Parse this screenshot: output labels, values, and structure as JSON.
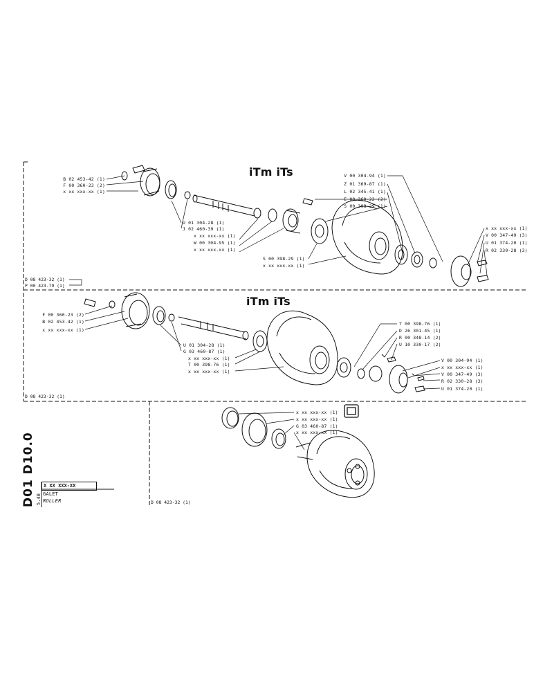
{
  "header": {
    "code": "D01 D10.0",
    "page": "5.40",
    "part_number": "X XX XXX-XX",
    "name_fr": "GALET",
    "name_en": "ROLLER"
  },
  "views": [
    {
      "id": "view-1",
      "badge": "iTm iTs",
      "refs": [
        "D 08 423-32 (1)",
        "P 00 423-79 (1)"
      ],
      "labels_left": [
        "B 02 453-42 (1)",
        "F 00 360-23 (2)",
        "x xx xxx-xx (1)"
      ],
      "labels_middle": [
        "U 01 304-28 (1)",
        "J 02 460-39 (1)",
        "x xx xxx-xx (1)",
        "W 00 304-95 (1)",
        "x xx xxx-xx (1)"
      ],
      "labels_lower": [
        "S 00 398-29 (1)",
        "x xx xxx-xx (1)"
      ],
      "labels_top_right": [
        "V 00 304-94 (1)",
        "Z 01 369-87 (1)",
        "L 02 345-41 (1)",
        "E 00 360-22 (2)",
        "S 00 398-29 (1)"
      ],
      "labels_right": [
        "x xx xxx-xx (1)",
        "V 00 347-49 (3)",
        "U 01 374-20 (1)",
        "R 02 330-28 (3)"
      ]
    },
    {
      "id": "view-2",
      "badge": "iTm iTs",
      "refs": [
        "D 08 423-32 (1)"
      ],
      "labels_left": [
        "F 00 360-23 (2)",
        "B 02 453-42 (1)",
        "x xx xxx-xx (1)"
      ],
      "labels_middle": [
        "U 01 304-28 (1)",
        "G 03 460-87 (1)",
        "x xx xxx-xx (1)",
        "T 00 398-76 (1)",
        "x xx xxx-xx (1)"
      ],
      "labels_top_right": [
        "T 00 398-76 (1)",
        "D 26 301-45 (1)",
        "R 00 348-14 (2)",
        "U 10 330-17 (2)"
      ],
      "labels_right": [
        "V 00 304-94 (1)",
        "x xx xxx-xx (1)",
        "V 00 347-49 (3)",
        "R 02 330-28 (3)",
        "U 01 374-20 (1)"
      ]
    },
    {
      "id": "view-3",
      "refs": [
        "D 08 423-32 (1)"
      ],
      "labels_right": [
        "x xx xxx-xx (1)",
        "x xx xxx-xx (1)",
        "G 03 460-87 (1)",
        "x xx xxx-xx (1)"
      ]
    }
  ]
}
